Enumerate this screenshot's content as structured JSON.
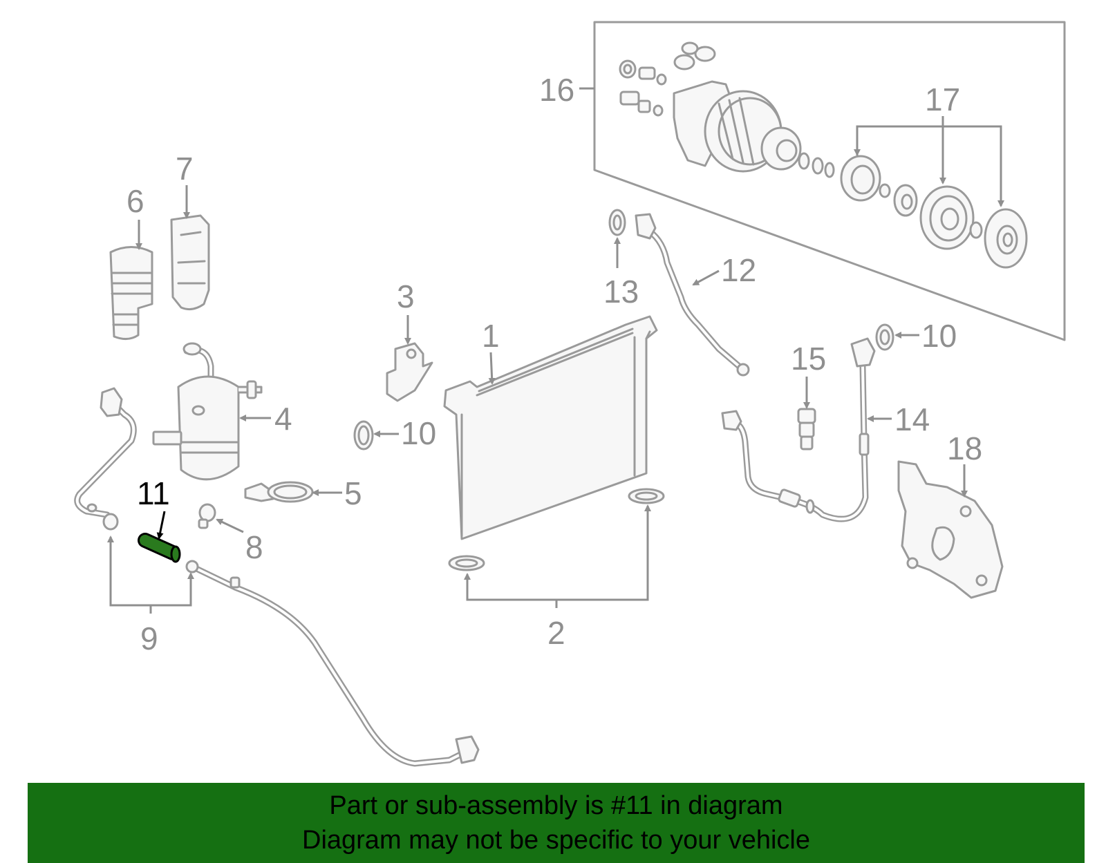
{
  "callouts": {
    "c1": "1",
    "c2": "2",
    "c3": "3",
    "c4": "4",
    "c5": "5",
    "c6": "6",
    "c7": "7",
    "c8": "8",
    "c9": "9",
    "c10a": "10",
    "c10b": "10",
    "c11": "11",
    "c12": "12",
    "c13": "13",
    "c14": "14",
    "c15": "15",
    "c16": "16",
    "c17": "17",
    "c18": "18"
  },
  "highlight": {
    "part_number": "11",
    "color": "#2a7a1e"
  },
  "banner": {
    "line1": "Part or sub-assembly is #11 in diagram",
    "line2": "Diagram may not be specific to your vehicle",
    "background": "#157012"
  },
  "colors": {
    "lineart": "#9a9a9a",
    "label": "#8f8f8f"
  }
}
